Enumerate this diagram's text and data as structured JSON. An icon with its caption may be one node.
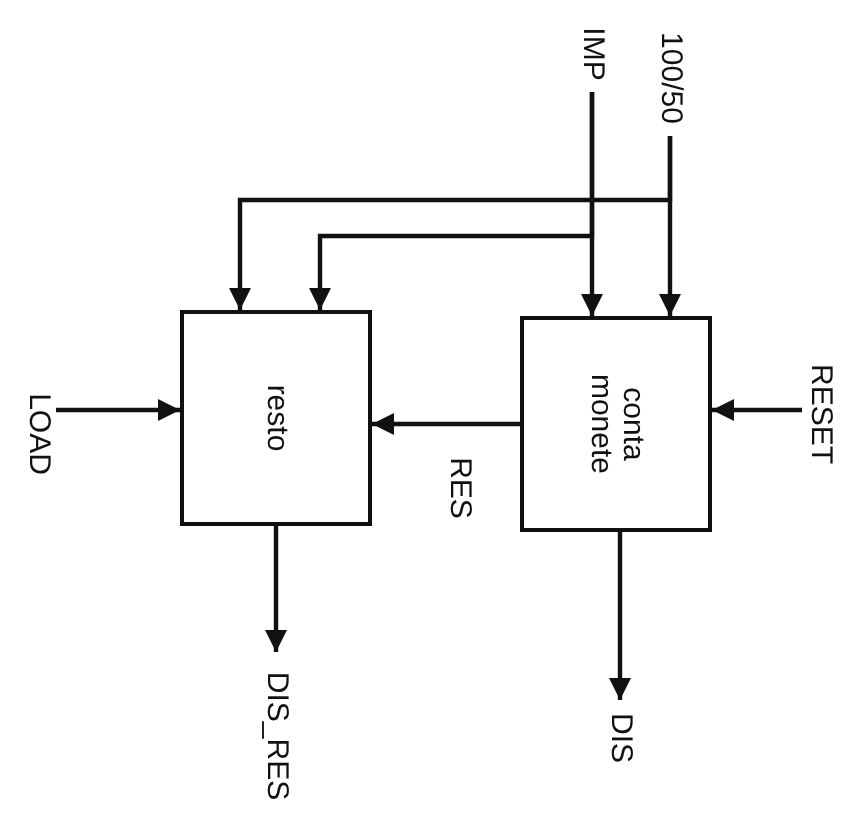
{
  "diagram": {
    "nodes": [
      {
        "text": [
          "IMP"
        ]
      },
      {
        "text": [
          "100/50"
        ]
      },
      {
        "text": [
          "LOAD"
        ]
      },
      {
        "text": [
          "resto"
        ]
      },
      {
        "text": [
          "conta monete"
        ]
      },
      {
        "text": [
          "RESET"
        ]
      },
      {
        "text": [
          "DIS_RES"
        ]
      },
      {
        "text": [
          "DIS"
        ]
      }
    ],
    "edges": [
      {
        "from": 0,
        "to": 4,
        "arrow": "to"
      },
      {
        "from": 0,
        "to": 3,
        "arrow": "to"
      },
      {
        "from": 1,
        "to": 4,
        "arrow": "to"
      },
      {
        "from": 1,
        "to": 3,
        "arrow": "to"
      },
      {
        "from": 2,
        "to": 3,
        "arrow": "to"
      },
      {
        "from": 5,
        "to": 4,
        "arrow": "to"
      },
      {
        "from": 4,
        "to": 3,
        "label": "RES",
        "arrow": "to"
      },
      {
        "from": 3,
        "to": 6,
        "arrow": "to"
      },
      {
        "from": 4,
        "to": 7,
        "arrow": "to"
      }
    ]
  }
}
